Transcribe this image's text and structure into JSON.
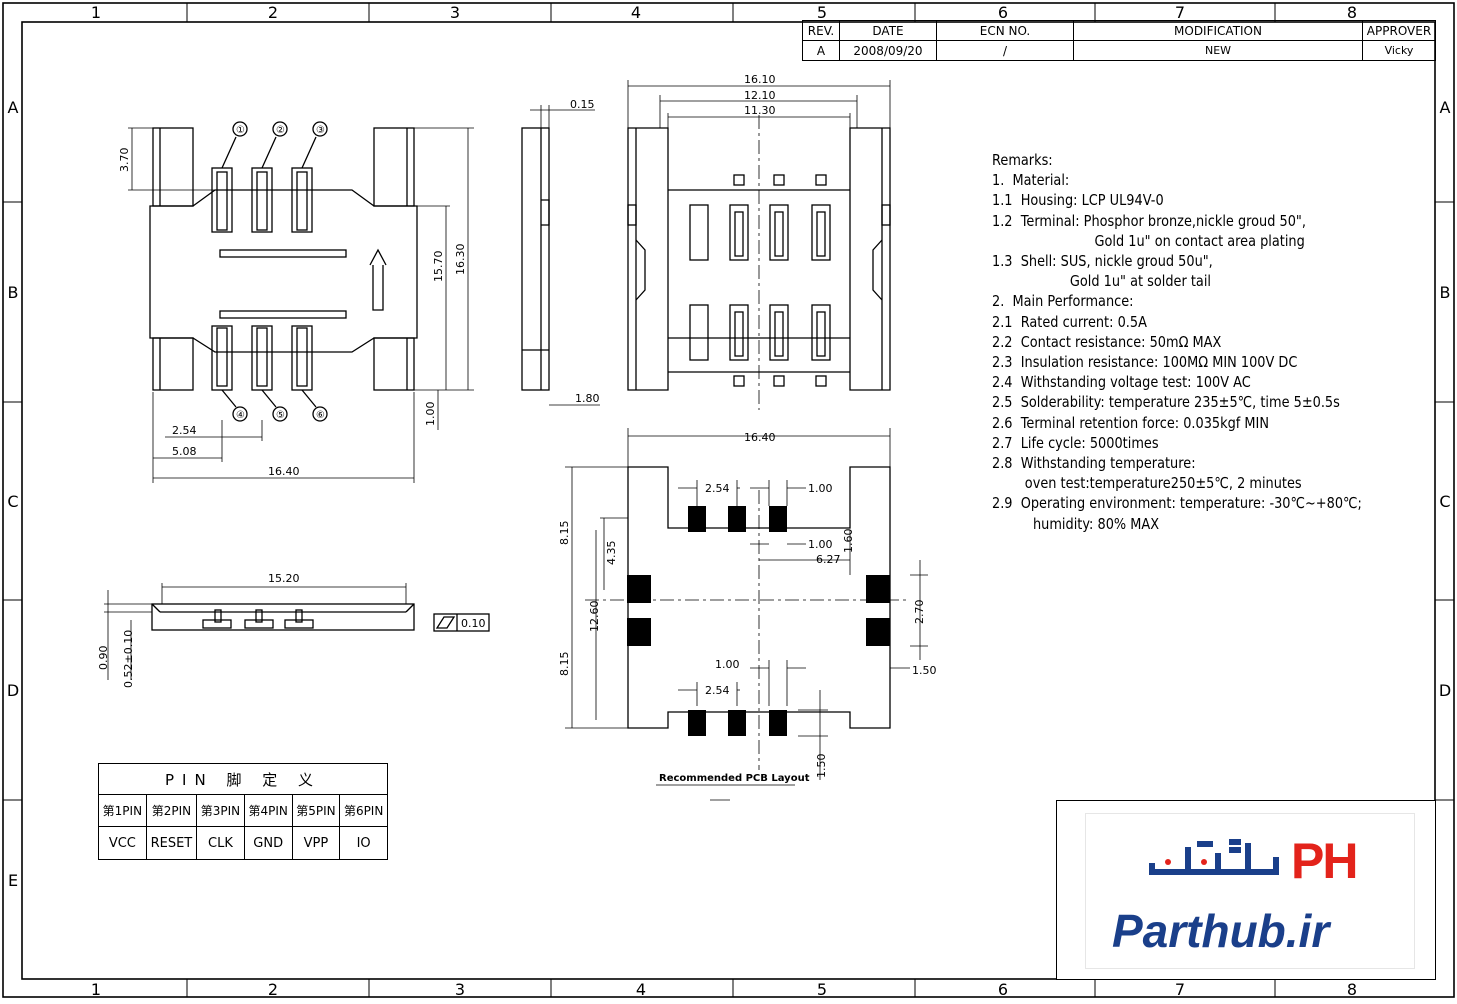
{
  "grid": {
    "columns": [
      "1",
      "2",
      "3",
      "4",
      "5",
      "6",
      "7",
      "8"
    ],
    "rows": [
      "A",
      "B",
      "C",
      "D",
      "E"
    ]
  },
  "revision": {
    "headers": {
      "rev": "REV.",
      "date": "DATE",
      "ecn": "ECN NO.",
      "modification": "MODIFICATION",
      "approver": "APPROVER"
    },
    "row": {
      "rev": "A",
      "date": "2008/09/20",
      "ecn": "/",
      "modification": "NEW",
      "approver": "Vicky"
    }
  },
  "dimensions": {
    "top_view": {
      "w1": "16.40",
      "w2": "5.08",
      "w3": "2.54",
      "h1": "3.70",
      "h2": "15.70",
      "h3": "16.30",
      "h4": "1.00",
      "pins_top": [
        "①",
        "②",
        "③"
      ],
      "pins_bottom": [
        "④",
        "⑤",
        "⑥"
      ]
    },
    "side_view": {
      "t1": "0.15",
      "t2": "1.80"
    },
    "right_view": {
      "w1": "16.10",
      "w2": "12.10",
      "w3": "11.30"
    },
    "front_view": {
      "w1": "15.20",
      "h1": "0.90",
      "h2": "0.52±0.10",
      "flatness": "0.10"
    },
    "pcb": {
      "w": "16.40",
      "p1": "2.54",
      "p2": "1.00",
      "p3": "1.00",
      "p4": "1.60",
      "p5": "6.27",
      "p6": "8.15",
      "p7": "4.35",
      "p8": "12.60",
      "p9": "8.15",
      "p10": "2.70",
      "p11": "1.50",
      "p12": "1.00",
      "p13": "2.54",
      "p14": "1.50",
      "caption": "Recommended PCB Layout"
    }
  },
  "remarks": [
    "Remarks:",
    "1.  Material:",
    "1.1  Housing: LCP UL94V-0",
    "1.2  Terminal: Phosphor bronze,nickle groud 50\",",
    "                         Gold 1u\" on contact area plating",
    "1.3  Shell: SUS, nickle groud 50u\",",
    "                   Gold 1u\" at solder tail",
    "2.  Main Performance:",
    "2.1  Rated current: 0.5A",
    "2.2  Contact resistance: 50mΩ MAX",
    "2.3  Insulation resistance: 100MΩ MIN 100V DC",
    "2.4  Withstanding voltage test: 100V AC",
    "2.5  Solderability: temperature 235±5℃, time 5±0.5s",
    "2.6  Terminal retention force: 0.035kgf MIN",
    "2.7  Life cycle: 5000times",
    "2.8  Withstanding temperature:",
    "        oven test:temperature250±5℃, 2 minutes",
    "2.9  Operating environment: temperature: -30℃~+80℃;",
    "          humidity: 80% MAX"
  ],
  "pin_table": {
    "title": "PIN 脚 定 义",
    "pins": [
      "第1PIN",
      "第2PIN",
      "第3PIN",
      "第4PIN",
      "第5PIN",
      "第6PIN"
    ],
    "signals": [
      "VCC",
      "RESET",
      "CLK",
      "GND",
      "VPP",
      "IO"
    ]
  },
  "logo": {
    "brand": "PH",
    "name": "Parthub.ir",
    "colors": {
      "red": "#e3231b",
      "blue": "#1a3f8a"
    }
  }
}
